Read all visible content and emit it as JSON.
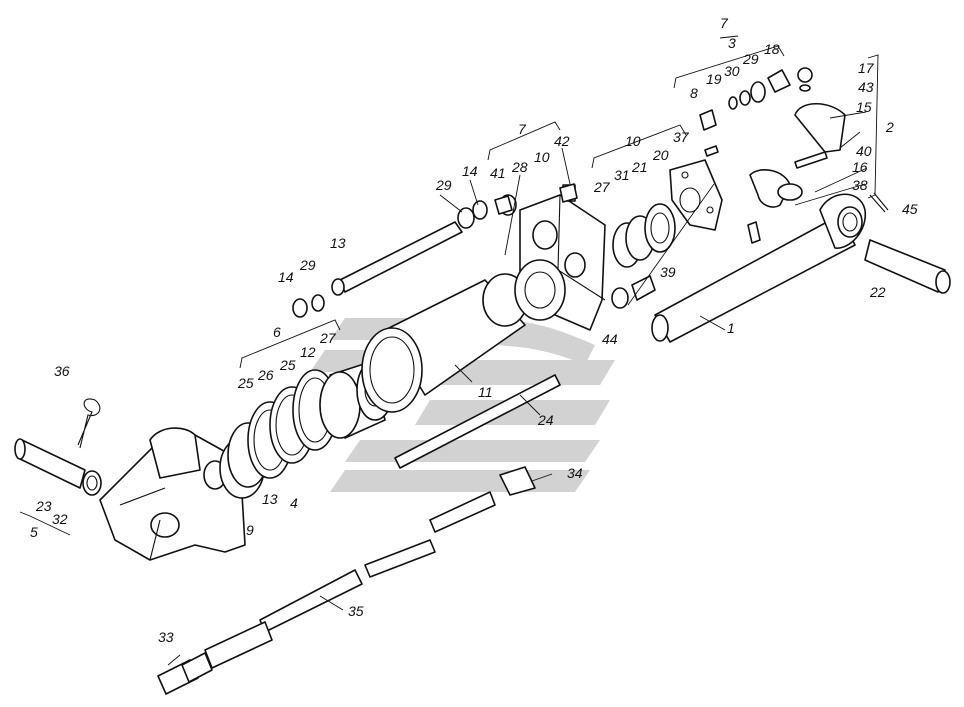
{
  "diagram": {
    "colors": {
      "line": "#111111",
      "background": "#ffffff",
      "watermark": "#d2d2d2"
    },
    "labels": {
      "l1": "1",
      "l2": "2",
      "l3": "3",
      "l4": "4",
      "l5": "5",
      "l6": "6",
      "l7a": "7",
      "l7b": "7",
      "l8": "8",
      "l9": "9",
      "l10a": "10",
      "l10b": "10",
      "l11": "11",
      "l12": "12",
      "l13a": "13",
      "l13b": "13",
      "l14a": "14",
      "l14b": "14",
      "l15": "15",
      "l16": "16",
      "l17": "17",
      "l18": "18",
      "l19": "19",
      "l20": "20",
      "l21": "21",
      "l22": "22",
      "l23": "23",
      "l24": "24",
      "l25a": "25",
      "l25b": "25",
      "l26": "26",
      "l27a": "27",
      "l27b": "27",
      "l28": "28",
      "l29a": "29",
      "l29b": "29",
      "l29c": "29",
      "l30": "30",
      "l31": "31",
      "l32": "32",
      "l33": "33",
      "l34": "34",
      "l35": "35",
      "l36": "36",
      "l37": "37",
      "l38": "38",
      "l39": "39",
      "l40": "40",
      "l41": "41",
      "l42": "42",
      "l43": "43",
      "l44": "44",
      "l45": "45"
    }
  }
}
